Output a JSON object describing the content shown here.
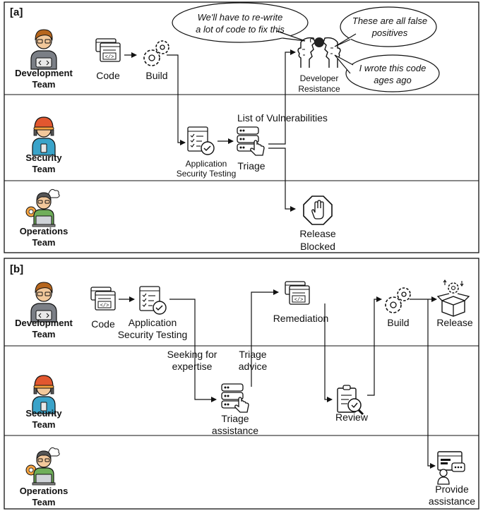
{
  "panel_a": {
    "tag": "[a]",
    "lanes": {
      "development": [
        "Development",
        "Team"
      ],
      "security": [
        "Security",
        "Team"
      ],
      "operations": [
        "Operations",
        "Team"
      ]
    },
    "steps": {
      "code": "Code",
      "build": "Build",
      "ast": [
        "Application",
        "Security Testing"
      ],
      "triage": "Triage",
      "vulns": "List of Vulnerabilities",
      "resistance": [
        "Developer",
        "Resistance"
      ],
      "blocked": [
        "Release",
        "Blocked"
      ]
    },
    "bubbles": {
      "rewrite": [
        "We'll have to re-write",
        "a lot of code to fix this"
      ],
      "false_pos": [
        "These are all false",
        "positives"
      ],
      "ages": [
        "I wrote this code",
        "ages ago"
      ]
    }
  },
  "panel_b": {
    "tag": "[b]",
    "lanes": {
      "development": [
        "Development",
        "Team"
      ],
      "security": [
        "Security",
        "Team"
      ],
      "operations": [
        "Operations",
        "Team"
      ]
    },
    "steps": {
      "code": "Code",
      "ast": [
        "Application",
        "Security Testing"
      ],
      "seeking": [
        "Seeking for",
        "expertise"
      ],
      "triage_advice": [
        "Triage",
        "advice"
      ],
      "triage_assist": [
        "Triage",
        "assistance"
      ],
      "remediation": "Remediation",
      "review": "Review",
      "build": "Build",
      "release": "Release",
      "provide": [
        "Provide",
        "assistance"
      ]
    }
  }
}
